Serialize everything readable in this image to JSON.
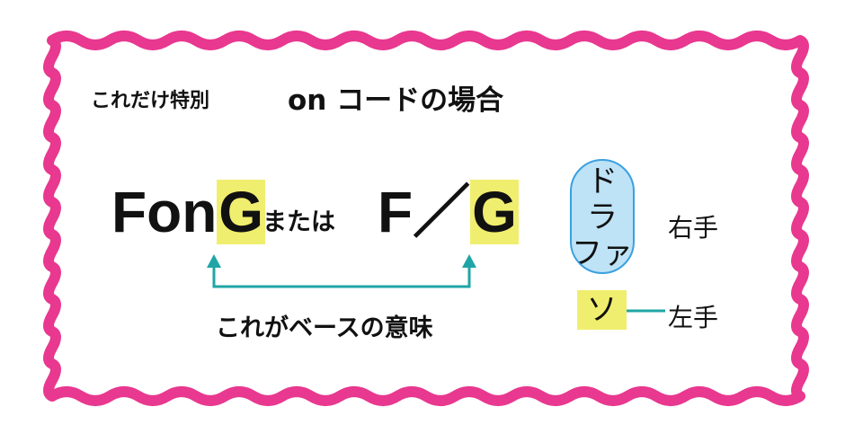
{
  "colors": {
    "frame": "#E8388F",
    "highlight": "#F0EE6E",
    "arrow": "#1FA5A5",
    "pill_fill": "#BEE2F6",
    "pill_border": "#3AA0E0"
  },
  "header": {
    "special_label": "これだけ特別",
    "title": "on コードの場合"
  },
  "chords": {
    "on_form": {
      "root": "Fon",
      "bass": "G"
    },
    "connector": "または",
    "slash_form": {
      "root": "F／",
      "bass": "G"
    },
    "bass_note_caption": "これがベースの意味"
  },
  "hands": {
    "right_hand_notes": [
      "ド",
      "ラ",
      "ファ"
    ],
    "right_hand_label": "右手",
    "left_hand_note": "ソ",
    "left_hand_label": "左手"
  }
}
